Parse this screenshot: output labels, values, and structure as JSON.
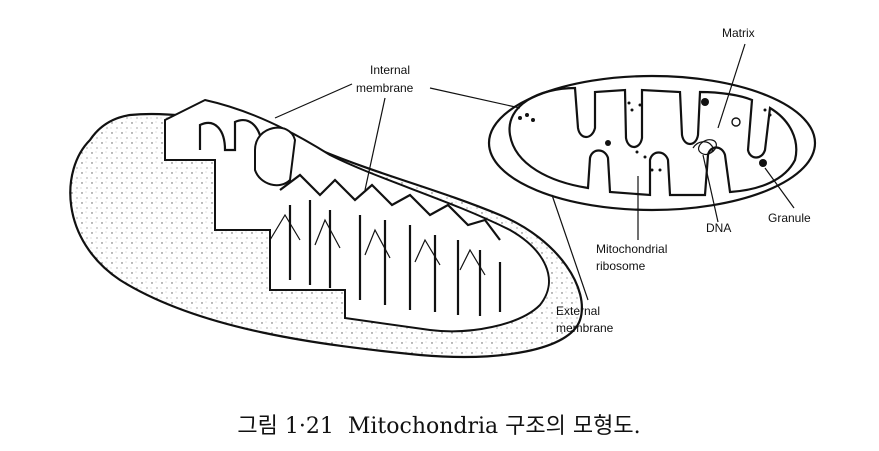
{
  "labels": {
    "internal_membrane_1": "Internal",
    "internal_membrane_2": "membrane",
    "matrix": "Matrix",
    "dna": "DNA",
    "granule": "Granule",
    "ribosome_1": "Mitochondrial",
    "ribosome_2": "ribosome",
    "external_membrane_1": "External",
    "external_membrane_2": "membrane"
  },
  "caption": "그림 1·21  Mitochondria 구조의 모형도."
}
